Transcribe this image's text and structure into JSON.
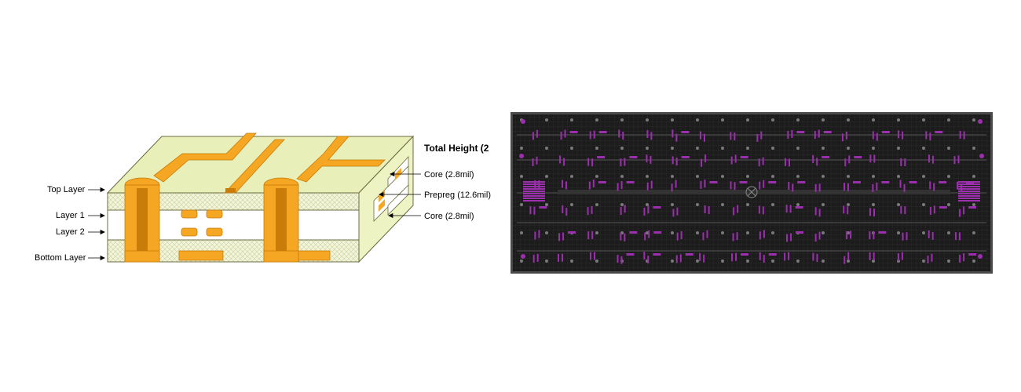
{
  "stackup": {
    "title": "Total Height (2",
    "layers": {
      "top": "Top Layer",
      "layer1": "Layer 1",
      "layer2": "Layer 2",
      "bottom": "Bottom Layer"
    },
    "dielectrics": {
      "core_top": "Core (2.8mil)",
      "prepreg": "Prepreg (12.6mil)",
      "core_bottom": "Core (2.8mil)"
    }
  },
  "colors": {
    "copper": "#f5a623",
    "copper_dark": "#c97c08",
    "substrate_top": "#e8efb8",
    "substrate_side": "#eef3c4",
    "pcb_background": "#1c1c1c",
    "pcb_component": "#9b2fae"
  }
}
